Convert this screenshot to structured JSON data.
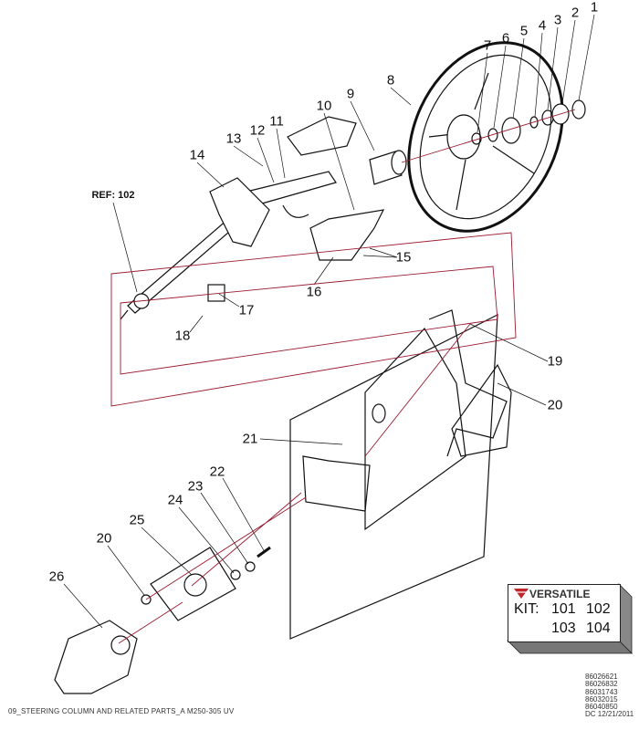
{
  "diagram": {
    "ref_label": "REF: 102",
    "callouts": [
      {
        "id": "1",
        "label": "1"
      },
      {
        "id": "2",
        "label": "2"
      },
      {
        "id": "3",
        "label": "3"
      },
      {
        "id": "4",
        "label": "4"
      },
      {
        "id": "5",
        "label": "5"
      },
      {
        "id": "6",
        "label": "6"
      },
      {
        "id": "7",
        "label": "7"
      },
      {
        "id": "8",
        "label": "8"
      },
      {
        "id": "9",
        "label": "9"
      },
      {
        "id": "10",
        "label": "10"
      },
      {
        "id": "11",
        "label": "11"
      },
      {
        "id": "12",
        "label": "12"
      },
      {
        "id": "13",
        "label": "13"
      },
      {
        "id": "14",
        "label": "14"
      },
      {
        "id": "15",
        "label": "15"
      },
      {
        "id": "16",
        "label": "16"
      },
      {
        "id": "17",
        "label": "17"
      },
      {
        "id": "18",
        "label": "18"
      },
      {
        "id": "19",
        "label": "19"
      },
      {
        "id": "20a",
        "label": "20"
      },
      {
        "id": "21",
        "label": "21"
      },
      {
        "id": "22",
        "label": "22"
      },
      {
        "id": "23",
        "label": "23"
      },
      {
        "id": "24",
        "label": "24"
      },
      {
        "id": "25",
        "label": "25"
      },
      {
        "id": "20b",
        "label": "20"
      },
      {
        "id": "26",
        "label": "26"
      }
    ]
  },
  "kit": {
    "brand": "VERSATILE",
    "label": "KIT:",
    "row1": [
      "101",
      "102"
    ],
    "row2": [
      "103",
      "104"
    ],
    "brand_color": "#c0272d"
  },
  "part_numbers": [
    "86026621",
    "86026832",
    "86031743",
    "86032015",
    "86040850",
    "DC 12/21/2011"
  ],
  "caption": "09_STEERING COLUMN AND RELATED PARTS_A M250-305 UV"
}
